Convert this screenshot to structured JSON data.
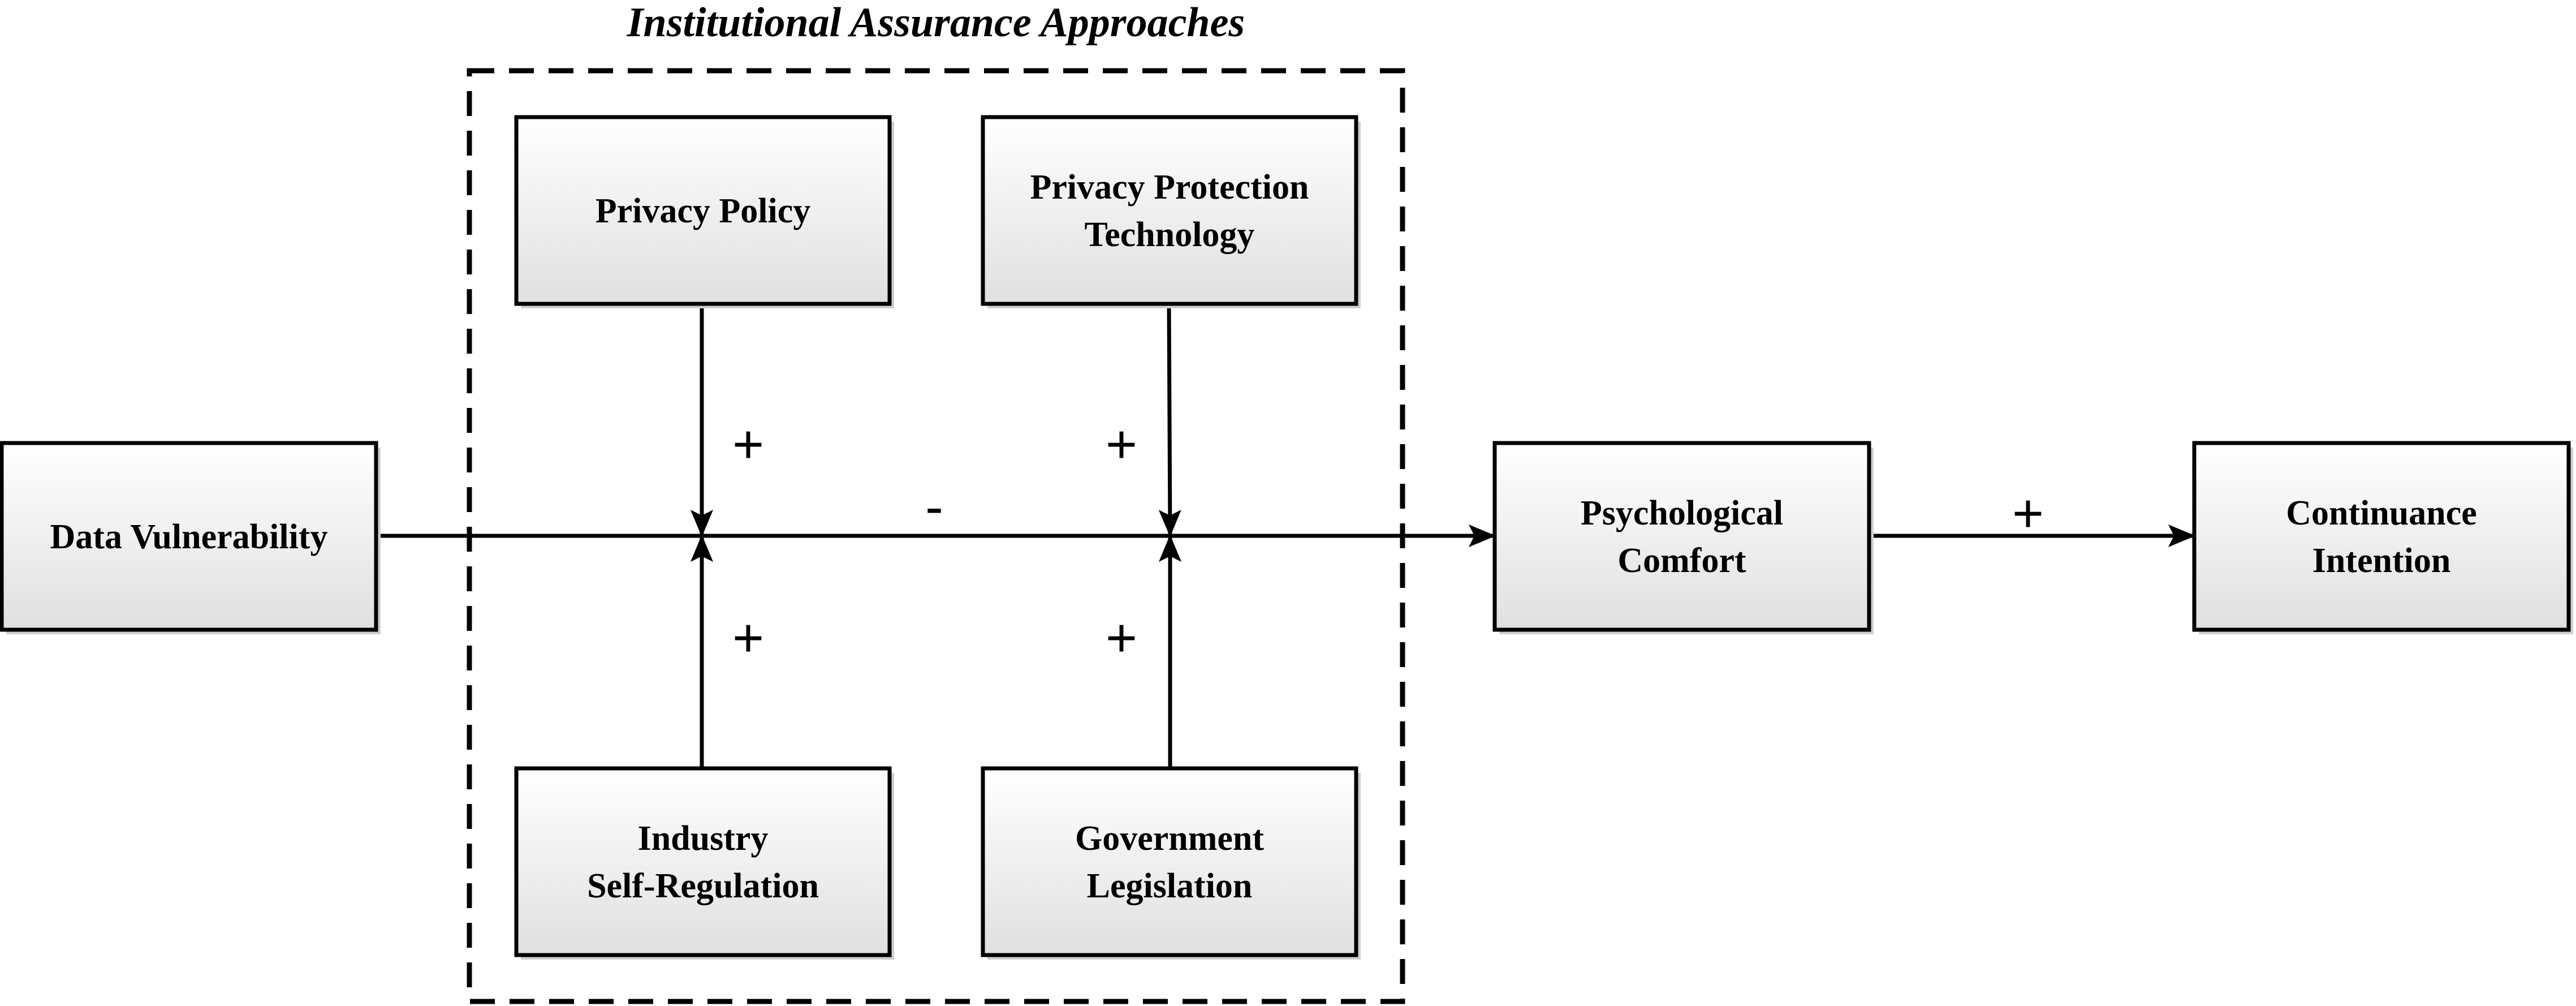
{
  "group": {
    "title": "Institutional Assurance Approaches"
  },
  "nodes": {
    "data_vulnerability": {
      "lines": [
        "Data Vulnerability"
      ]
    },
    "privacy_policy": {
      "lines": [
        "Privacy Policy"
      ]
    },
    "privacy_protection_technology": {
      "lines": [
        "Privacy Protection",
        "Technology"
      ]
    },
    "industry_self_regulation": {
      "lines": [
        "Industry",
        "Self-Regulation"
      ]
    },
    "government_legislation": {
      "lines": [
        "Government",
        "Legislation"
      ]
    },
    "psychological_comfort": {
      "lines": [
        "Psychological",
        "Comfort"
      ]
    },
    "continuance_intention": {
      "lines": [
        "Continuance",
        "Intention"
      ]
    }
  },
  "signs": {
    "main_path": "-",
    "privacy_policy": "+",
    "privacy_protection_technology": "+",
    "industry_self_regulation": "+",
    "government_legislation": "+",
    "comfort_to_intention": "+"
  },
  "colors": {
    "box_fill_top": "#ffffff",
    "box_fill_bottom": "#e0e0e0",
    "stroke": "#000000",
    "shadow": "#cfcfcf"
  }
}
